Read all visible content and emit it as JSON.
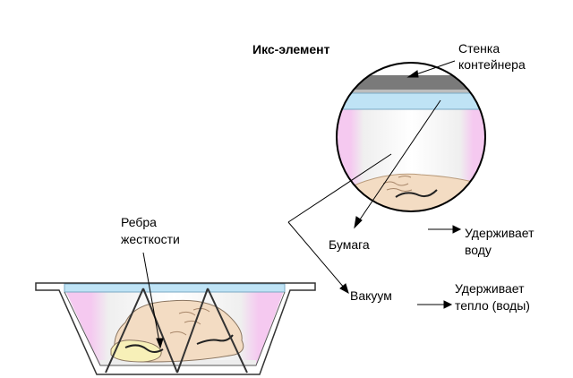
{
  "title": "Икс-элемент",
  "labels": {
    "wall_line1": "Стенка",
    "wall_line2": "контейнера",
    "ribs_line1": "Ребра",
    "ribs_line2": "жесткости",
    "paper": "Бумага",
    "vacuum": "Вакуум",
    "holds_water_line1": "Удерживает",
    "holds_water_line2": "воду",
    "holds_heat_line1": "Удерживает",
    "holds_heat_line2": "тепло (воды)"
  },
  "colors": {
    "wall_dark": "#7a7a7a",
    "wall_light": "#bdbdbd",
    "paper_blue": "#bfe3f5",
    "pink": "#f5c9f0",
    "food": "#f3dcc3",
    "food_yellow": "#f7f0b8",
    "gray_glass": "#e9e9e9"
  }
}
